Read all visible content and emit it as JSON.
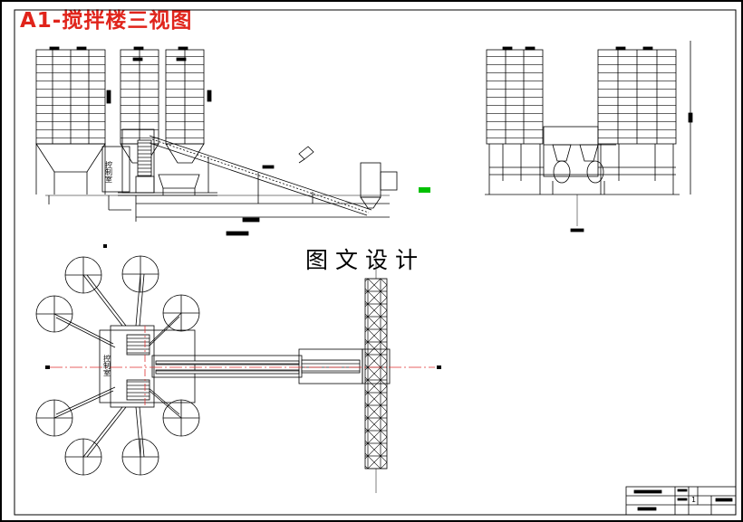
{
  "drawing": {
    "title": "A1-搅拌楼三视图",
    "watermark": "图文设计",
    "side_view_label_control_room": "控制室",
    "plan_view_label_control_room": "控制室",
    "title_block_scale": "1"
  },
  "colors": {
    "ink": "#000000",
    "title": "#e0241b",
    "centerline": "#e03030",
    "marker": "#00c000",
    "frame": "#000000"
  }
}
